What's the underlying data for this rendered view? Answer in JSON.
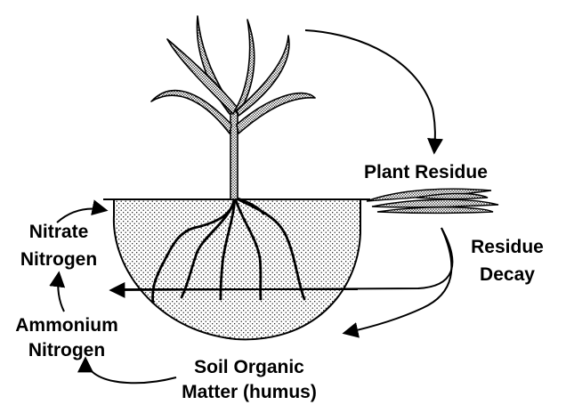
{
  "labels": {
    "plant_residue": "Plant Residue",
    "residue_decay_1": "Residue",
    "residue_decay_2": "Decay",
    "nitrate_1": "Nitrate",
    "nitrate_2": "Nitrogen",
    "ammonium_1": "Ammonium",
    "ammonium_2": "Nitrogen",
    "soil_organic_1": "Soil Organic",
    "soil_organic_2": "Matter (humus)"
  },
  "colors": {
    "ink": "#000000",
    "background": "#ffffff"
  }
}
